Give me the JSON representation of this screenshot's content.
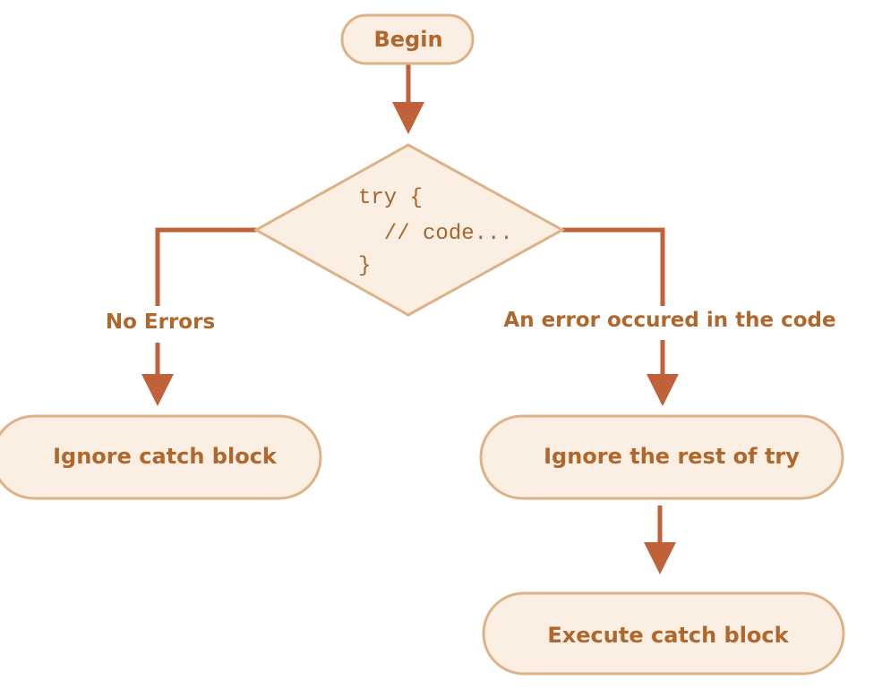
{
  "colors": {
    "node_fill": "#fbeee2",
    "node_stroke": "#deb287",
    "connector": "#c0613a",
    "text": "#b0672c"
  },
  "nodes": {
    "begin": "Begin",
    "decision_code": [
      "try {",
      "  // code...",
      "}"
    ],
    "ignore_catch": "Ignore catch block",
    "ignore_rest": "Ignore the rest of try",
    "execute_catch": "Execute catch block"
  },
  "edges": {
    "no_errors": "No Errors",
    "error_occured": "An error occured in the code"
  }
}
